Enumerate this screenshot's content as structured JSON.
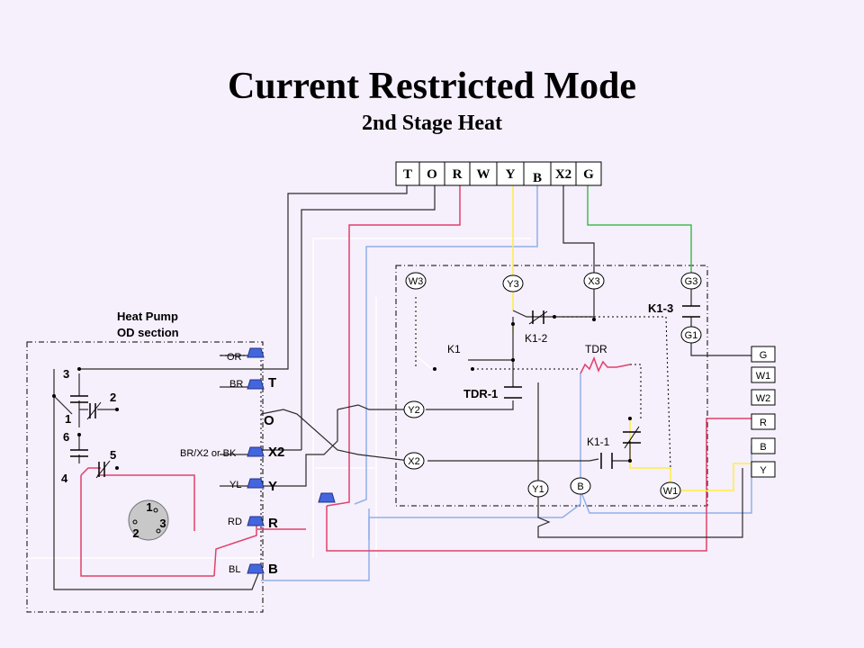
{
  "title": "Current Restricted Mode",
  "subtitle": "2nd Stage Heat",
  "thermostat_terminals": [
    "T",
    "O",
    "R",
    "W",
    "Y",
    "B",
    "X2",
    "G"
  ],
  "od_section": {
    "label_line1": "Heat Pump",
    "label_line2": "OD section",
    "wire_codes": [
      "OR",
      "BR",
      "BR/X2 or BK",
      "YL",
      "RD",
      "BL"
    ],
    "terminals": [
      "T",
      "O",
      "X2",
      "Y",
      "R",
      "B"
    ],
    "contact_numbers": [
      "3",
      "2",
      "1",
      "6",
      "5",
      "4"
    ],
    "plug_pins": [
      "1",
      "2",
      "3"
    ]
  },
  "control_board": {
    "nodes": [
      "W3",
      "Y3",
      "X3",
      "G3",
      "G1",
      "Y2",
      "X2",
      "Y1",
      "B",
      "W1"
    ],
    "components": [
      "K1-3",
      "K1-2",
      "K1",
      "TDR",
      "TDR-1",
      "K1-1"
    ],
    "right_terminals": [
      "G",
      "W1",
      "W2",
      "R",
      "B",
      "Y"
    ]
  },
  "colors": {
    "black": "#2a2a2a",
    "red": "#e0406a",
    "yellow": "#ffee44",
    "blue": "#8fb0e8",
    "green": "#44bb55",
    "white": "#ffffff",
    "background": "#f6effc"
  }
}
